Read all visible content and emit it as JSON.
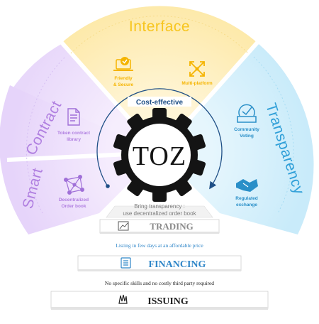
{
  "sectors": {
    "interface": {
      "title": "Interface",
      "color": "#f5c518"
    },
    "smart_contract": {
      "title_part1": "Smart",
      "title_part2": "Contract",
      "color": "#b48ae0"
    },
    "transparency": {
      "title": "Transparency",
      "color": "#3aa6d8"
    }
  },
  "features": {
    "friendly_secure": {
      "line1": "Friendly",
      "line2": "& Secure",
      "icon": "laptop-check-icon"
    },
    "multi_platform": {
      "label": "Multi-platform",
      "icon": "arrows-expand-icon"
    },
    "token_library": {
      "line1": "Token contract",
      "line2": "library",
      "icon": "document-icon"
    },
    "decentralized_order_book": {
      "line1": "Decentralized",
      "line2": "Order book",
      "icon": "network-icon"
    },
    "community_voting": {
      "line1": "Community",
      "line2": "Voting",
      "icon": "ballot-box-icon"
    },
    "regulated_exchange": {
      "line1": "Regulated",
      "line2": "exchange",
      "icon": "handshake-icon"
    }
  },
  "center": {
    "logo_text": "TOZ",
    "arc_label": "Cost-effective"
  },
  "steps": {
    "trading": {
      "label": "TRADING",
      "caption_line1": "Bring transparency :",
      "caption_line2": "use decentralized order book",
      "icon": "chart-icon"
    },
    "financing": {
      "label": "FINANCING",
      "caption": "Listing in few days at an affordable price",
      "icon": "checklist-icon"
    },
    "issuing": {
      "label": "ISSUING",
      "caption": "No specific skills and no costly third party required",
      "icon": "hand-icon"
    }
  },
  "colors": {
    "yellow": "#f7c51e",
    "purple": "#b07fe0",
    "blue": "#2f9fd8",
    "financing_blue": "#2f86c8",
    "dark_blue": "#1f4f86",
    "grey_text": "#8a8a8a"
  }
}
